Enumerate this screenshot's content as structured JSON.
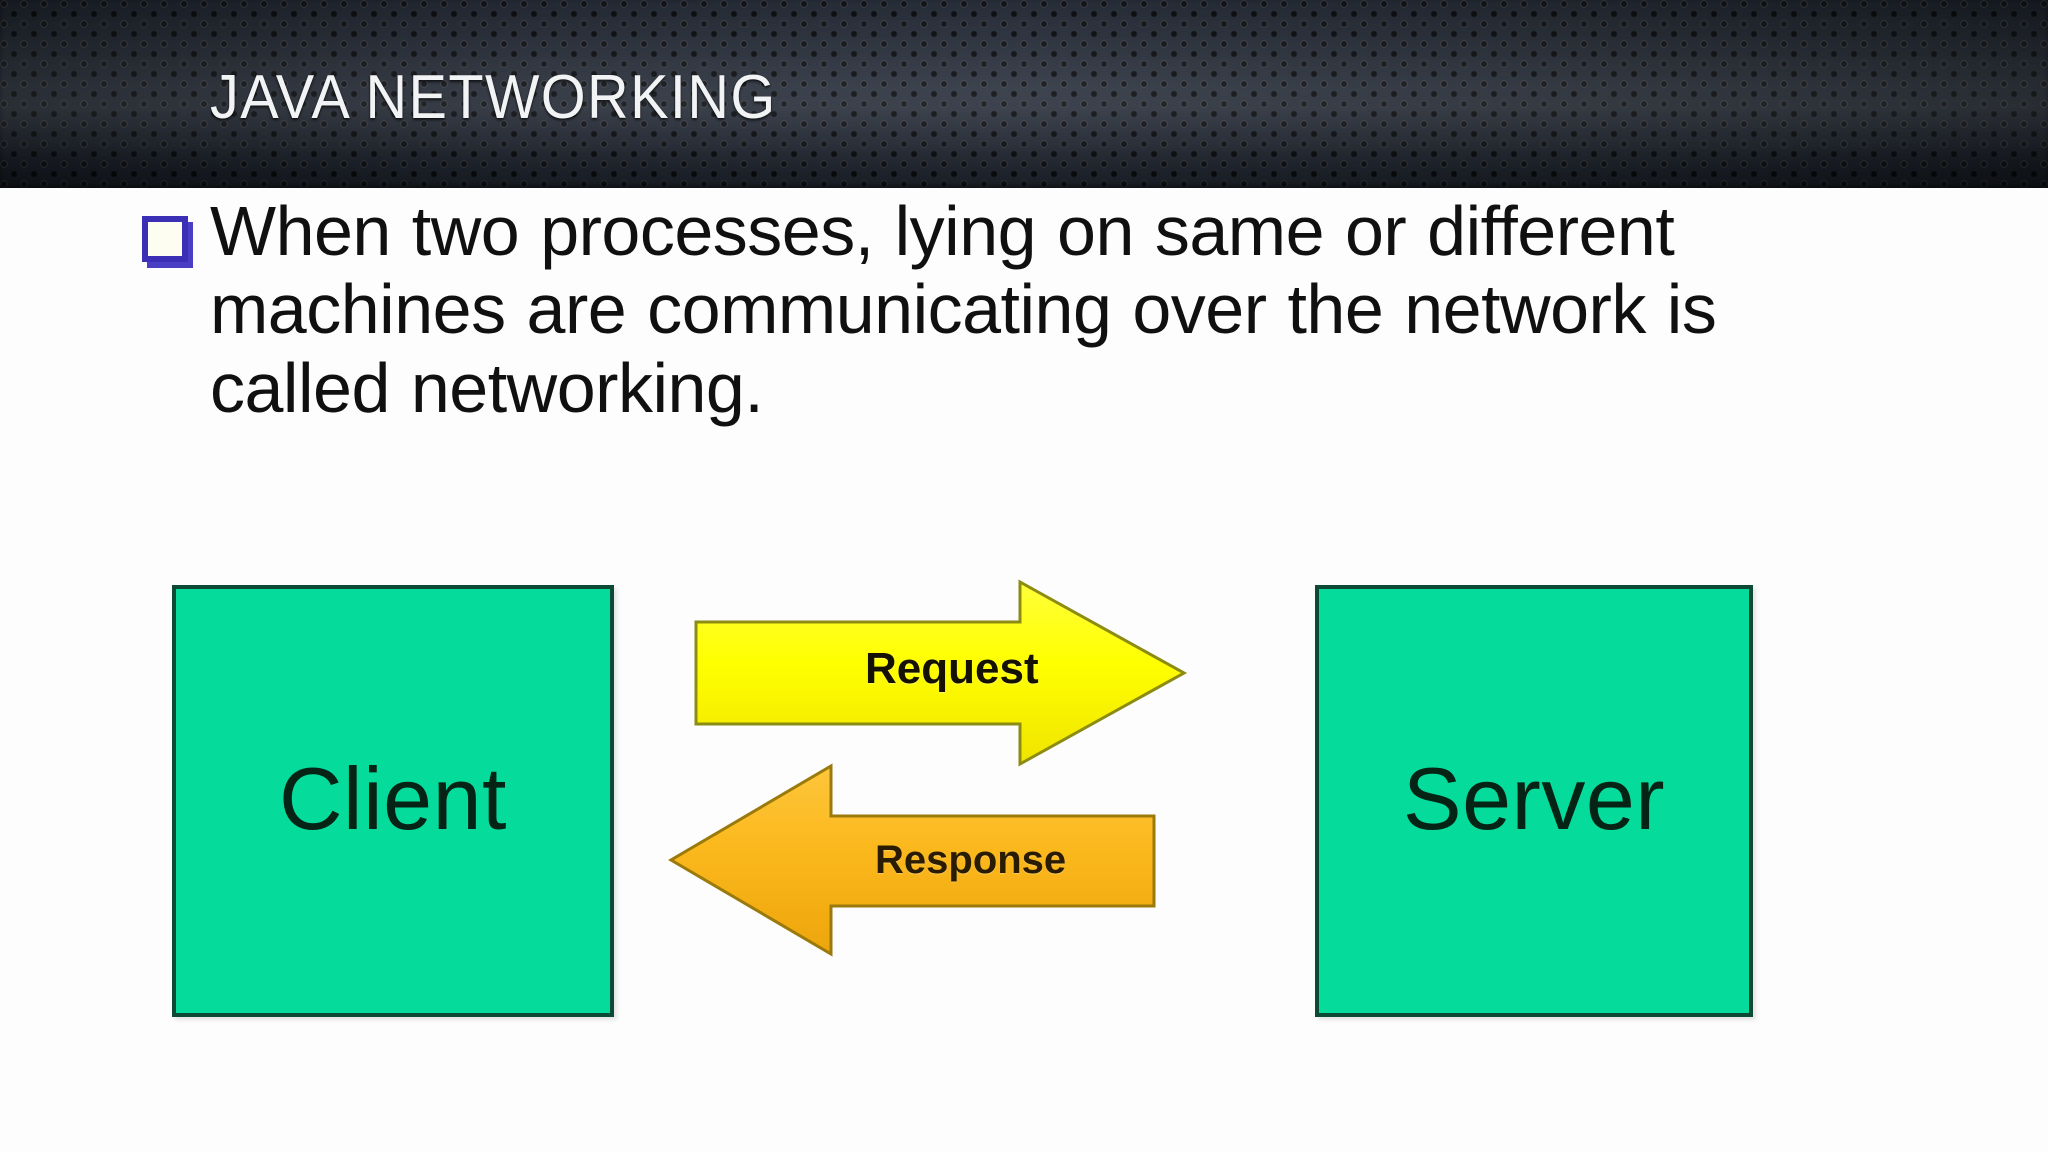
{
  "header": {
    "title": "JAVA NETWORKING",
    "background_color": "#41464e",
    "title_color": "#f2f3f5",
    "texture": "perforated-dots"
  },
  "content": {
    "bullet_icon": "hollow-square-bullet",
    "bullet_color": "#3b30b5",
    "paragraph": "When two processes, lying on same or different machines are communicating over the network is called networking.",
    "text_color": "#101010"
  },
  "diagram": {
    "type": "client-server-request-response",
    "nodes": [
      {
        "id": "client",
        "label": "Client",
        "fill": "#05dc9c",
        "border": "#0d4a35",
        "label_color": "#052416"
      },
      {
        "id": "server",
        "label": "Server",
        "fill": "#05dc9c",
        "border": "#0d4a35",
        "label_color": "#052416"
      }
    ],
    "arrows": [
      {
        "id": "request",
        "label": "Request",
        "direction": "right",
        "from": "client",
        "to": "server",
        "fill": "#ffff00",
        "stroke": "#8c8c12",
        "label_color": "#161203"
      },
      {
        "id": "response",
        "label": "Response",
        "direction": "left",
        "from": "server",
        "to": "client",
        "fill": "#fbb81c",
        "stroke": "#9a7a0c",
        "label_color": "#2a1c02"
      }
    ]
  }
}
